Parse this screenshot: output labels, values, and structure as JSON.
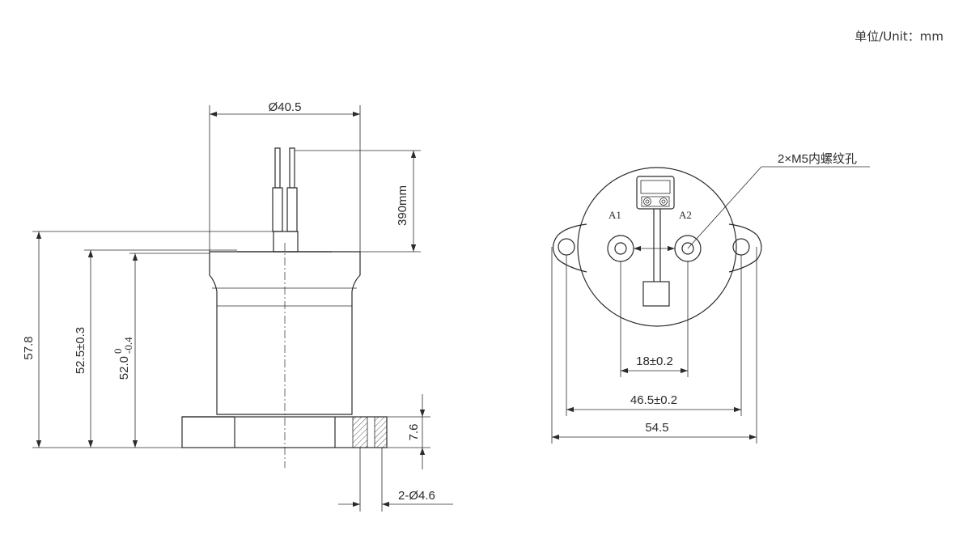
{
  "unit_label": "单位/Unit：mm",
  "side_view": {
    "diameter_top": "Ø40.5",
    "lead_length": "390mm",
    "height_total": "57.8",
    "height_body": "52.5±0.3",
    "height_inner_main": "52.0",
    "height_inner_upper_tol": "0",
    "height_inner_lower_tol": "-0.4",
    "flange_height": "7.6",
    "mount_holes": "2-Ø4.6"
  },
  "top_view": {
    "thread_note": "2×M5内螺纹孔",
    "terminal_a1": "A1",
    "terminal_a2": "A2",
    "terminal_spacing": "18±0.2",
    "hole_spacing": "46.5±0.2",
    "overall_width": "54.5"
  }
}
